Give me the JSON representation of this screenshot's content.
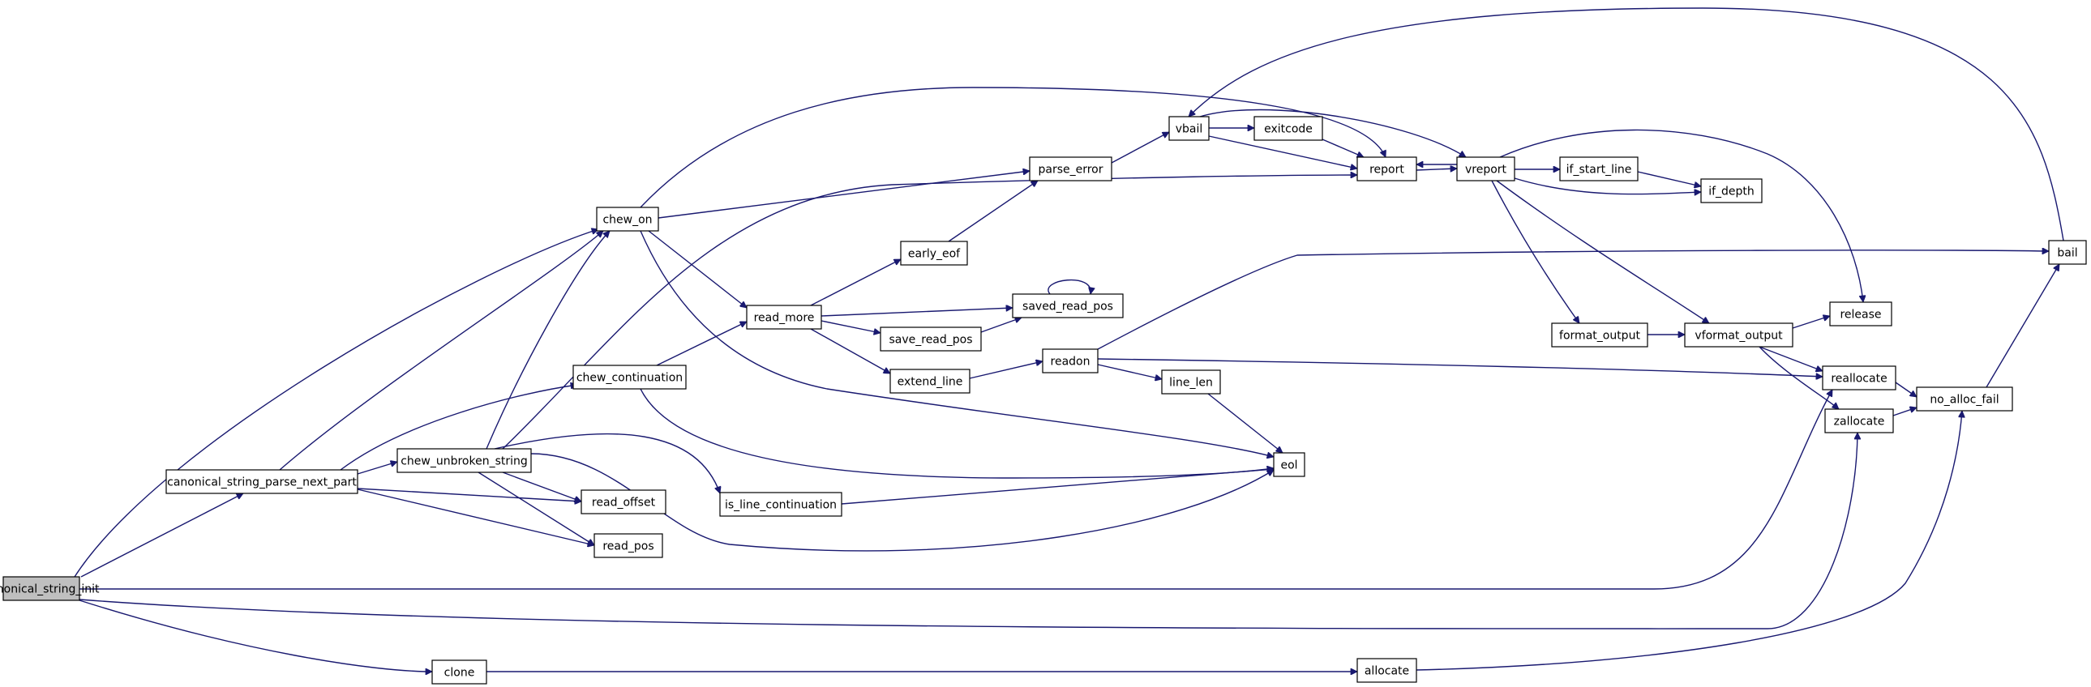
{
  "graph": {
    "type": "call-graph",
    "root": "canonical_string_init",
    "colors": {
      "edge": "#191970",
      "node_border": "#000000",
      "root_fill": "#bfbfbf",
      "node_fill": "#ffffff"
    },
    "nodes": [
      {
        "id": "canonical_string_init",
        "label": "canonical_string_init"
      },
      {
        "id": "canonical_string_parse_next_part",
        "label": "canonical_string_parse_next_part"
      },
      {
        "id": "chew_on",
        "label": "chew_on"
      },
      {
        "id": "chew_continuation",
        "label": "chew_continuation"
      },
      {
        "id": "chew_unbroken_string",
        "label": "chew_unbroken_string"
      },
      {
        "id": "read_offset",
        "label": "read_offset"
      },
      {
        "id": "read_pos",
        "label": "read_pos"
      },
      {
        "id": "clone",
        "label": "clone"
      },
      {
        "id": "read_more",
        "label": "read_more"
      },
      {
        "id": "early_eof",
        "label": "early_eof"
      },
      {
        "id": "parse_error",
        "label": "parse_error"
      },
      {
        "id": "saved_read_pos",
        "label": "saved_read_pos"
      },
      {
        "id": "save_read_pos",
        "label": "save_read_pos"
      },
      {
        "id": "extend_line",
        "label": "extend_line"
      },
      {
        "id": "is_line_continuation",
        "label": "is_line_continuation"
      },
      {
        "id": "vbail",
        "label": "vbail"
      },
      {
        "id": "exitcode",
        "label": "exitcode"
      },
      {
        "id": "readon",
        "label": "readon"
      },
      {
        "id": "line_len",
        "label": "line_len"
      },
      {
        "id": "eol",
        "label": "eol"
      },
      {
        "id": "allocate",
        "label": "allocate"
      },
      {
        "id": "report",
        "label": "report"
      },
      {
        "id": "vreport",
        "label": "vreport"
      },
      {
        "id": "if_start_line",
        "label": "if_start_line"
      },
      {
        "id": "if_depth",
        "label": "if_depth"
      },
      {
        "id": "format_output",
        "label": "format_output"
      },
      {
        "id": "vformat_output",
        "label": "vformat_output"
      },
      {
        "id": "release",
        "label": "release"
      },
      {
        "id": "reallocate",
        "label": "reallocate"
      },
      {
        "id": "zallocate",
        "label": "zallocate"
      },
      {
        "id": "no_alloc_fail",
        "label": "no_alloc_fail"
      },
      {
        "id": "bail",
        "label": "bail"
      }
    ],
    "edges": [
      {
        "from": "canonical_string_init",
        "to": "chew_on"
      },
      {
        "from": "canonical_string_init",
        "to": "canonical_string_parse_next_part"
      },
      {
        "from": "canonical_string_init",
        "to": "reallocate"
      },
      {
        "from": "canonical_string_init",
        "to": "zallocate"
      },
      {
        "from": "canonical_string_init",
        "to": "clone"
      },
      {
        "from": "canonical_string_parse_next_part",
        "to": "chew_on"
      },
      {
        "from": "canonical_string_parse_next_part",
        "to": "chew_continuation"
      },
      {
        "from": "canonical_string_parse_next_part",
        "to": "chew_unbroken_string"
      },
      {
        "from": "canonical_string_parse_next_part",
        "to": "read_offset"
      },
      {
        "from": "canonical_string_parse_next_part",
        "to": "read_pos"
      },
      {
        "from": "chew_unbroken_string",
        "to": "chew_on"
      },
      {
        "from": "chew_unbroken_string",
        "to": "report"
      },
      {
        "from": "chew_unbroken_string",
        "to": "is_line_continuation"
      },
      {
        "from": "chew_unbroken_string",
        "to": "eol"
      },
      {
        "from": "chew_unbroken_string",
        "to": "read_offset"
      },
      {
        "from": "chew_unbroken_string",
        "to": "read_pos"
      },
      {
        "from": "chew_on",
        "to": "report"
      },
      {
        "from": "chew_on",
        "to": "parse_error"
      },
      {
        "from": "chew_on",
        "to": "read_more"
      },
      {
        "from": "chew_on",
        "to": "eol"
      },
      {
        "from": "chew_continuation",
        "to": "read_more"
      },
      {
        "from": "chew_continuation",
        "to": "eol"
      },
      {
        "from": "read_more",
        "to": "early_eof"
      },
      {
        "from": "read_more",
        "to": "saved_read_pos"
      },
      {
        "from": "read_more",
        "to": "save_read_pos"
      },
      {
        "from": "read_more",
        "to": "extend_line"
      },
      {
        "from": "early_eof",
        "to": "parse_error"
      },
      {
        "from": "saved_read_pos",
        "to": "saved_read_pos"
      },
      {
        "from": "save_read_pos",
        "to": "saved_read_pos"
      },
      {
        "from": "extend_line",
        "to": "readon"
      },
      {
        "from": "is_line_continuation",
        "to": "eol"
      },
      {
        "from": "parse_error",
        "to": "vbail"
      },
      {
        "from": "vbail",
        "to": "exitcode"
      },
      {
        "from": "vbail",
        "to": "report"
      },
      {
        "from": "vbail",
        "to": "vreport"
      },
      {
        "from": "exitcode",
        "to": "report"
      },
      {
        "from": "readon",
        "to": "bail"
      },
      {
        "from": "readon",
        "to": "line_len"
      },
      {
        "from": "readon",
        "to": "reallocate"
      },
      {
        "from": "line_len",
        "to": "eol"
      },
      {
        "from": "clone",
        "to": "allocate"
      },
      {
        "from": "allocate",
        "to": "no_alloc_fail"
      },
      {
        "from": "report",
        "to": "vreport"
      },
      {
        "from": "vreport",
        "to": "report"
      },
      {
        "from": "vreport",
        "to": "if_start_line"
      },
      {
        "from": "vreport",
        "to": "if_depth"
      },
      {
        "from": "vreport",
        "to": "release"
      },
      {
        "from": "vreport",
        "to": "format_output"
      },
      {
        "from": "vreport",
        "to": "vformat_output"
      },
      {
        "from": "if_start_line",
        "to": "if_depth"
      },
      {
        "from": "format_output",
        "to": "vformat_output"
      },
      {
        "from": "vformat_output",
        "to": "release"
      },
      {
        "from": "vformat_output",
        "to": "reallocate"
      },
      {
        "from": "vformat_output",
        "to": "zallocate"
      },
      {
        "from": "reallocate",
        "to": "no_alloc_fail"
      },
      {
        "from": "zallocate",
        "to": "no_alloc_fail"
      },
      {
        "from": "no_alloc_fail",
        "to": "bail"
      },
      {
        "from": "bail",
        "to": "vbail"
      }
    ]
  }
}
